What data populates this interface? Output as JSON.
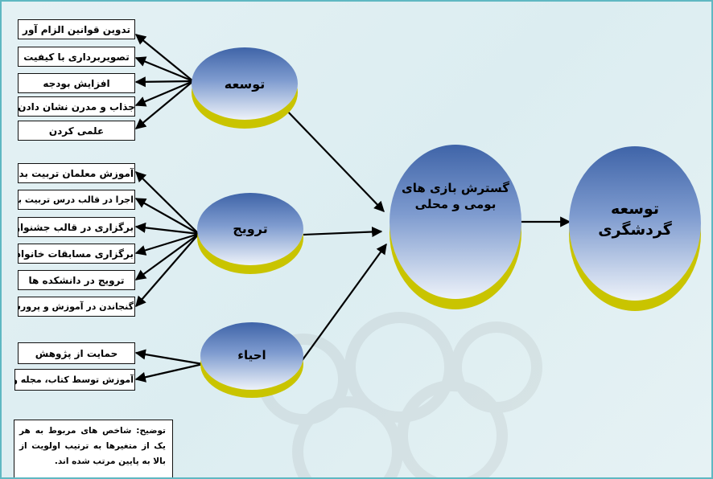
{
  "colors": {
    "frame": "#5fb8c2",
    "sphere_top": "#3a63a8",
    "sphere_mid": "#cfdcf0",
    "sphere_side": "#d7d300",
    "arrow": "#000000"
  },
  "nodes": {
    "development": "توسعه",
    "promotion": "ترویج",
    "revival": "احیاء",
    "expansion_line1": "گسترش بازی های",
    "expansion_line2": "بومی و محلی",
    "tourism_line1": "توسعه",
    "tourism_line2": "گردشگری"
  },
  "development_items": [
    "تدوین قوانین الزام آور",
    "تصویربرداری با کیفیت",
    "افزایش بودجه",
    "جذاب و مدرن نشان دادن",
    "علمی کردن"
  ],
  "promotion_items": [
    "آموزش معلمان تربیت بدنی",
    "اجرا در قالب درس تربیت بدنی",
    "برگزاری در قالب جشنواره",
    "برگزاری مسابقات خانوادگی",
    "ترویج در دانشکده ها",
    "گنجاندن در آموزش و پرورش"
  ],
  "revival_items": [
    "حمایت از پژوهش",
    "آموزش توسط کتاب، مجله و CD"
  ],
  "note": "توضیح: شاخص های مربوط به هر یک از متغیرها به ترتیب اولویت از بالا به پایین مرتب شده اند."
}
